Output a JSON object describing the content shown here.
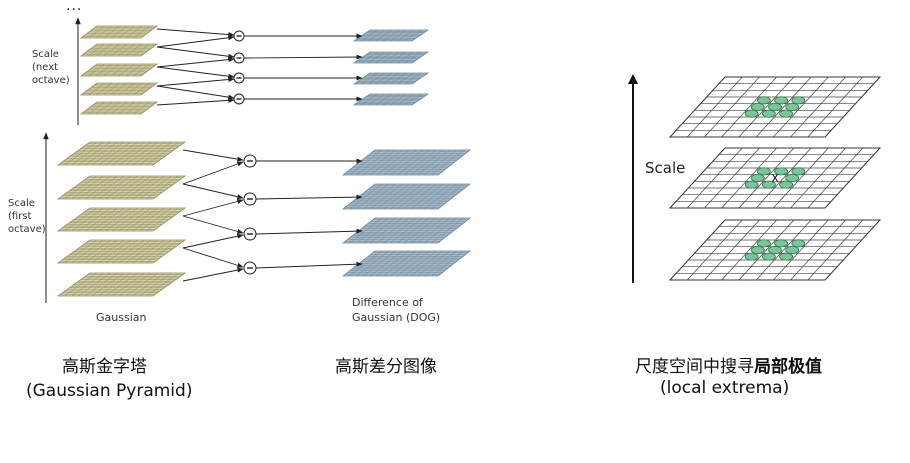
{
  "diagram": {
    "ellipsis": "...",
    "scale_next": "Scale\n(next\noctave)",
    "scale_first": "Scale\n(first\noctave)",
    "gaussian_label": "Gaussian",
    "dog_label": "Difference of\nGaussian (DOG)",
    "minus_symbol": "−",
    "scale_right": "Scale",
    "center_marker": "X"
  },
  "captions": {
    "pyramid_cn": "高斯金字塔",
    "pyramid_en": "(Gaussian Pyramid)",
    "dog_cn": "高斯差分图像",
    "extrema_cn_normal": "尺度空间中搜寻",
    "extrema_cn_bold": "局部极值",
    "extrema_en": "(local extrema)"
  },
  "colors": {
    "gaussian_fill": "#d8d3a8",
    "gaussian_grid": "#8f8a63",
    "dog_fill": "#a8bccb",
    "dog_grid": "#6f8799",
    "dot_fill": "#7cc49a",
    "dot_stroke": "#2e7a4c"
  }
}
